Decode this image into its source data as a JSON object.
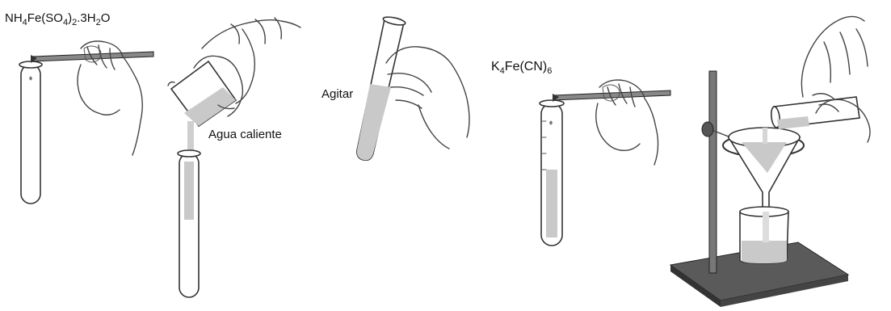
{
  "labels": {
    "reagent1": {
      "parts": [
        [
          "NH",
          ""
        ],
        [
          "4",
          "sub"
        ],
        [
          "Fe(SO",
          ""
        ],
        [
          "4",
          "sub"
        ],
        [
          ")",
          ""
        ],
        [
          "2",
          "sub"
        ],
        [
          ".3H",
          ""
        ],
        [
          "2",
          "sub"
        ],
        [
          "O",
          ""
        ]
      ]
    },
    "water": "Agua caliente",
    "shake": "Agitar",
    "reagent2": {
      "parts": [
        [
          "K",
          ""
        ],
        [
          "4",
          "sub"
        ],
        [
          "Fe(CN)",
          ""
        ],
        [
          "6",
          "sub"
        ]
      ]
    }
  },
  "colors": {
    "ink": "#444444",
    "liquid": "#c9c9c9",
    "metal": "#5a5a5a"
  }
}
